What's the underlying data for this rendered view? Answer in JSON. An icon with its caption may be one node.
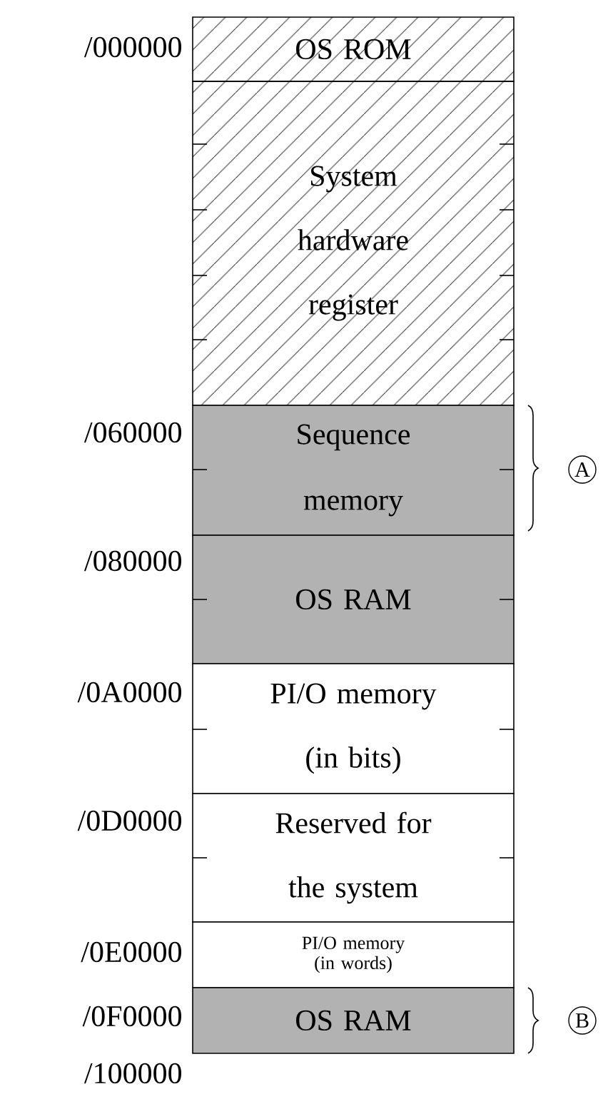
{
  "diagram": {
    "nodes": [
      {
        "text": [
          "OS ROM"
        ]
      },
      {
        "text": [
          "System hardware register"
        ]
      },
      {
        "text": [
          "Sequence memory"
        ]
      },
      {
        "text": [
          "OS RAM"
        ]
      },
      {
        "text": [
          "PI/O memory (in bits)"
        ]
      },
      {
        "text": [
          "Reserved for the system"
        ]
      },
      {
        "text": [
          "PI/O memory (in words)"
        ]
      },
      {
        "text": [
          "OS RAM"
        ]
      }
    ],
    "labels": [
      "/000000",
      "/060000",
      "A",
      "/080000",
      "/0A0000",
      "/0D0000",
      "/0E0000",
      "/0F0000",
      "B",
      "/100000"
    ]
  }
}
